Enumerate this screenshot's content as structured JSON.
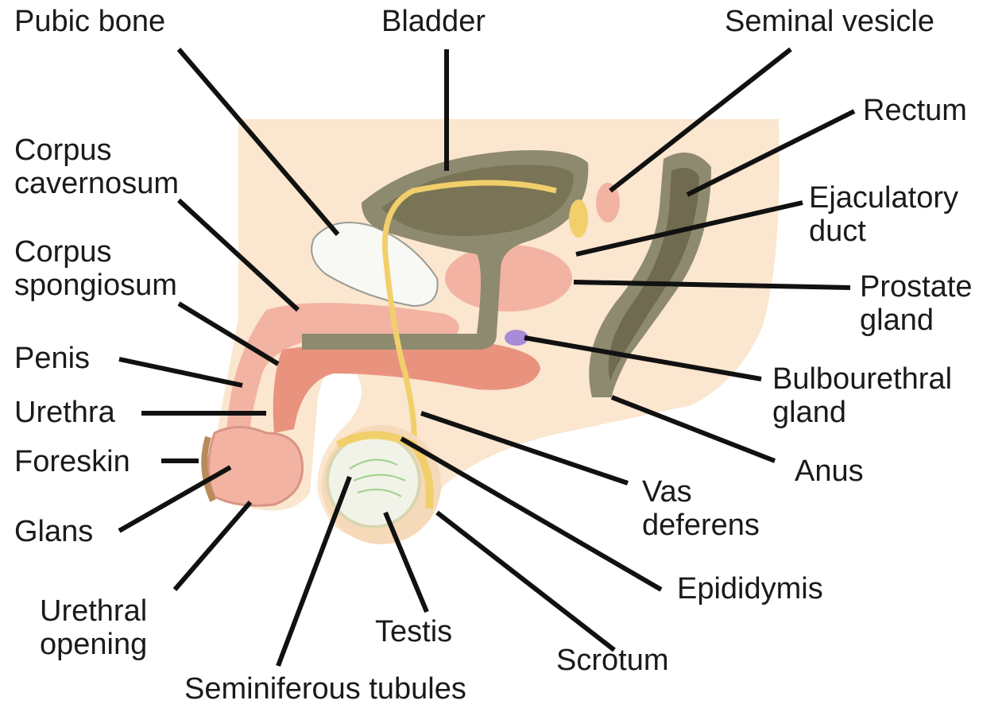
{
  "diagram": {
    "colors": {
      "body": "#fbe6cf",
      "tissue_pink": "#f3b3a3",
      "tissue_dark_pink": "#e9937f",
      "bladder_wall": "#8e8a70",
      "bladder_inner": "#7a7456",
      "duct_yellow": "#f1cf6b",
      "bone": "#f8f8f4",
      "rectum": "#6f6a50",
      "bulbourethral": "#a78bd6",
      "leader_line": "#111111"
    },
    "labels": {
      "pubic_bone": "Pubic bone",
      "bladder": "Bladder",
      "seminal_vesicle": "Seminal vesicle",
      "rectum": "Rectum",
      "corpus_cavernosum": "Corpus\ncavernosum",
      "ejaculatory_duct": "Ejaculatory\nduct",
      "corpus_spongiosum": "Corpus\nspongiosum",
      "prostate_gland": "Prostate\ngland",
      "penis": "Penis",
      "bulbourethral_gland": "Bulbourethral\ngland",
      "urethra": "Urethra",
      "foreskin": "Foreskin",
      "anus": "Anus",
      "vas_deferens": "Vas\ndeferens",
      "glans": "Glans",
      "epididymis": "Epididymis",
      "urethral_opening": "Urethral\nopening",
      "testis": "Testis",
      "scrotum": "Scrotum",
      "seminiferous_tubules": "Seminiferous tubules"
    }
  }
}
